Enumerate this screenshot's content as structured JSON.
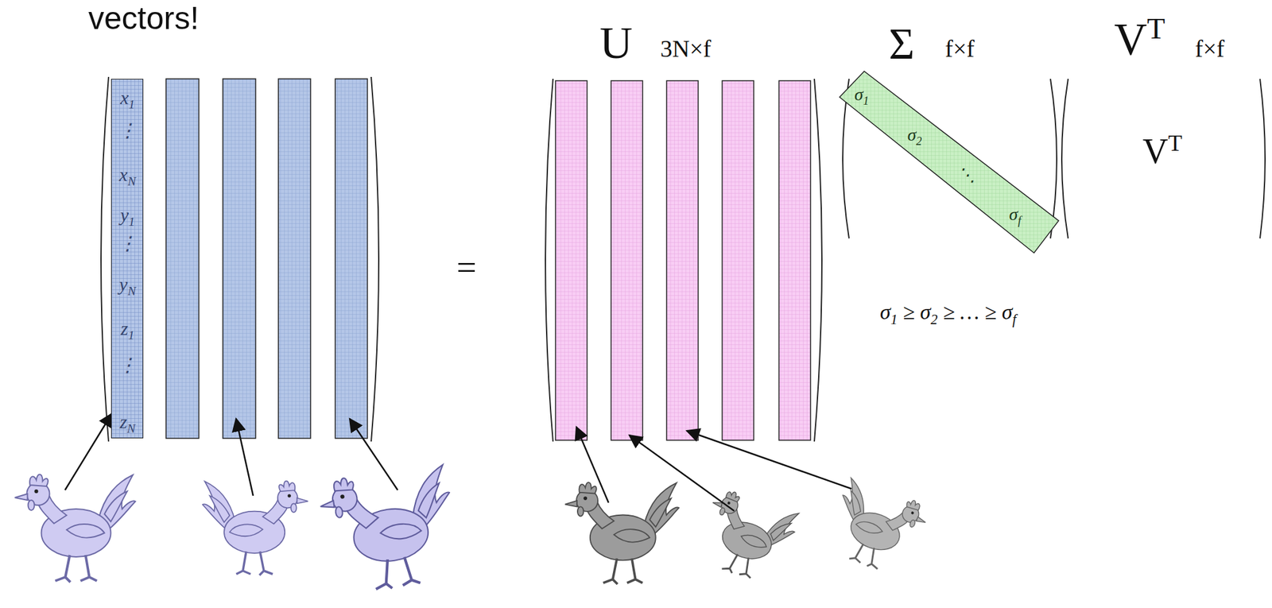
{
  "diagram": {
    "nodes": [
      {
        "text": [
          "x1",
          "⋮",
          "xN",
          "y1",
          "⋮",
          "yN",
          "z1",
          "⋮",
          "zN"
        ]
      },
      {
        "text": [
          "σ1",
          "σ2",
          "⋱",
          "σf"
        ]
      }
    ],
    "labels": [
      "vectors!",
      "=",
      "U",
      "3N×f",
      "Σ",
      "f×f",
      "VT",
      "f×f",
      "VT",
      "σ1 ≥ σ2 ≥ … ≥ σf"
    ]
  }
}
